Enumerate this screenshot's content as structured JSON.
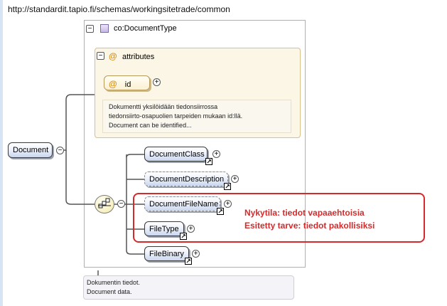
{
  "namespace_url": "http://standardit.tapio.fi/schemas/workingsitetrade/common",
  "type_name": "co:DocumentType",
  "attributes_label": "attributes",
  "at_symbol": "@",
  "attribute": {
    "name": "id",
    "doc_lines": [
      "Dokumentti yksilöidään tiedonsiirrossa",
      "tiedonsiirto-osapuolien tarpeiden mukaan id:llä.",
      "Document can be identified..."
    ]
  },
  "root_element": "Document",
  "elements": [
    {
      "name": "DocumentClass",
      "optional": false
    },
    {
      "name": "DocumentDescription",
      "optional": true
    },
    {
      "name": "DocumentFileName",
      "optional": true
    },
    {
      "name": "FileType",
      "optional": false
    },
    {
      "name": "FileBinary",
      "optional": false
    }
  ],
  "annotation": {
    "line1": "Nykytila: tiedot vapaaehtoisia",
    "line2": "Esitetty tarve: tiedot pakollisiksi",
    "color": "#d42a2a"
  },
  "root_doc_lines": [
    "Dokumentin tiedot.",
    "Document data."
  ],
  "icons": {
    "collapse": "−",
    "expand": "+",
    "reference": "↗",
    "sequence": "sequence-compositor-icon",
    "type": "complex-type-icon"
  }
}
